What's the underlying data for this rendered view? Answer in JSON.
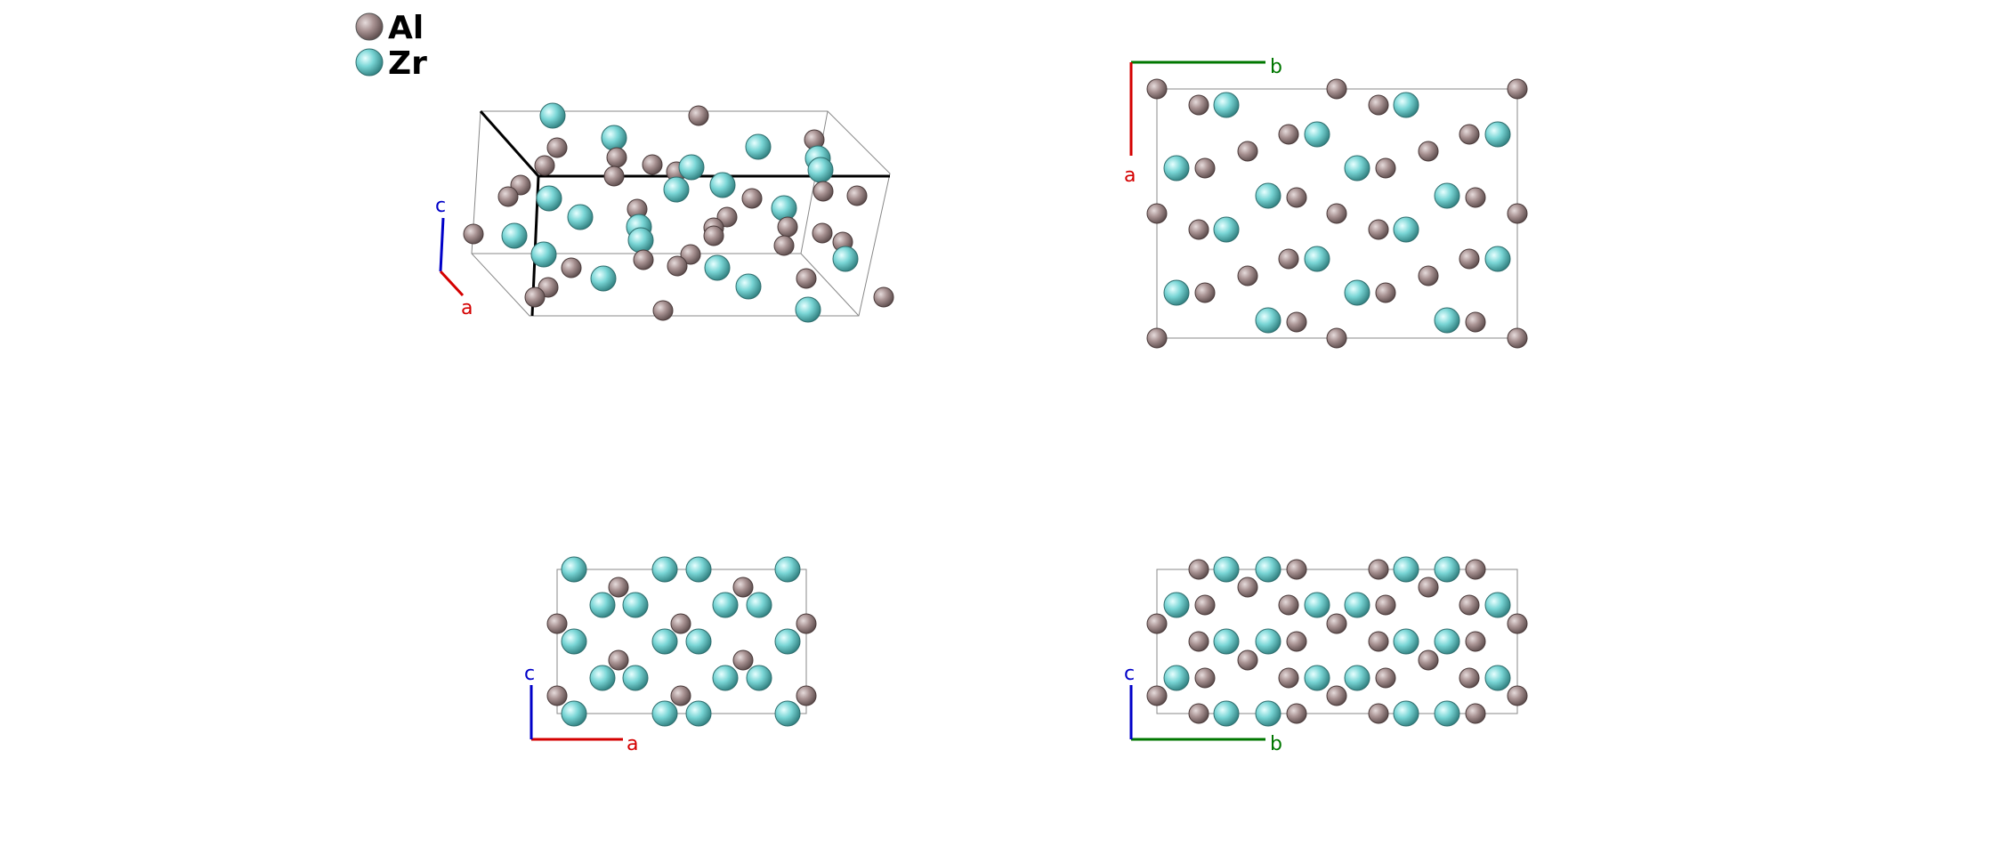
{
  "legend": {
    "items": [
      {
        "label": "Al",
        "color": "#9b8585"
      },
      {
        "label": "Zr",
        "color": "#6fd3d3"
      }
    ]
  },
  "panels": {
    "perspective": {
      "axes": [
        "c",
        "a"
      ]
    },
    "view_ab": {
      "axes": [
        "b",
        "a"
      ]
    },
    "view_ac": {
      "axes": [
        "c",
        "a"
      ]
    },
    "view_bc": {
      "axes": [
        "c",
        "b"
      ]
    }
  },
  "axis_colors": {
    "a": "#d40000",
    "b": "#007700",
    "c": "#0000c8"
  },
  "atom_colors": {
    "Al": "#9b8585",
    "Zr": "#6fd3d3"
  }
}
